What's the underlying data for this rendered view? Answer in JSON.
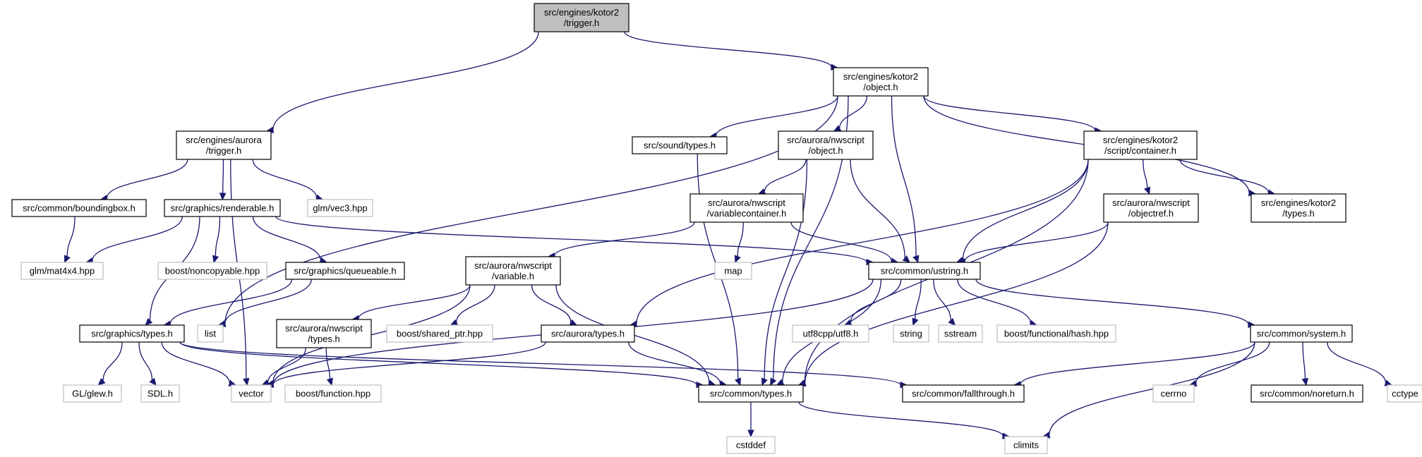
{
  "nodes": [
    {
      "id": "trigger_k2",
      "lines": [
        "src/engines/kotor2",
        "/trigger.h"
      ],
      "kind": "focus"
    },
    {
      "id": "object_k2",
      "lines": [
        "src/engines/kotor2",
        "/object.h"
      ],
      "kind": "local"
    },
    {
      "id": "aurora_trigger",
      "lines": [
        "src/engines/aurora",
        "/trigger.h"
      ],
      "kind": "local"
    },
    {
      "id": "sound_types",
      "lines": [
        "src/sound/types.h"
      ],
      "kind": "local"
    },
    {
      "id": "nws_object",
      "lines": [
        "src/aurora/nwscript",
        "/object.h"
      ],
      "kind": "local"
    },
    {
      "id": "script_container",
      "lines": [
        "src/engines/kotor2",
        "/script/container.h"
      ],
      "kind": "local"
    },
    {
      "id": "boundingbox",
      "lines": [
        "src/common/boundingbox.h"
      ],
      "kind": "local"
    },
    {
      "id": "renderable",
      "lines": [
        "src/graphics/renderable.h"
      ],
      "kind": "local"
    },
    {
      "id": "glm_vec3",
      "lines": [
        "glm/vec3.hpp"
      ],
      "kind": "system"
    },
    {
      "id": "varcontainer",
      "lines": [
        "src/aurora/nwscript",
        "/variablecontainer.h"
      ],
      "kind": "local"
    },
    {
      "id": "objectref",
      "lines": [
        "src/aurora/nwscript",
        "/objectref.h"
      ],
      "kind": "local"
    },
    {
      "id": "k2_types",
      "lines": [
        "src/engines/kotor2",
        "/types.h"
      ],
      "kind": "local"
    },
    {
      "id": "glm_mat4",
      "lines": [
        "glm/mat4x4.hpp"
      ],
      "kind": "system"
    },
    {
      "id": "noncopyable",
      "lines": [
        "boost/noncopyable.hpp"
      ],
      "kind": "system"
    },
    {
      "id": "queueable",
      "lines": [
        "src/graphics/queueable.h"
      ],
      "kind": "local"
    },
    {
      "id": "variable",
      "lines": [
        "src/aurora/nwscript",
        "/variable.h"
      ],
      "kind": "local"
    },
    {
      "id": "map",
      "lines": [
        "map"
      ],
      "kind": "system"
    },
    {
      "id": "ustring",
      "lines": [
        "src/common/ustring.h"
      ],
      "kind": "local"
    },
    {
      "id": "gfx_types",
      "lines": [
        "src/graphics/types.h"
      ],
      "kind": "local"
    },
    {
      "id": "list",
      "lines": [
        "list"
      ],
      "kind": "system"
    },
    {
      "id": "nws_types",
      "lines": [
        "src/aurora/nwscript",
        "/types.h"
      ],
      "kind": "local"
    },
    {
      "id": "shared_ptr",
      "lines": [
        "boost/shared_ptr.hpp"
      ],
      "kind": "system"
    },
    {
      "id": "aurora_types",
      "lines": [
        "src/aurora/types.h"
      ],
      "kind": "local"
    },
    {
      "id": "utf8",
      "lines": [
        "utf8cpp/utf8.h"
      ],
      "kind": "system"
    },
    {
      "id": "string",
      "lines": [
        "string"
      ],
      "kind": "system"
    },
    {
      "id": "sstream",
      "lines": [
        "sstream"
      ],
      "kind": "system"
    },
    {
      "id": "hash",
      "lines": [
        "boost/functional/hash.hpp"
      ],
      "kind": "system"
    },
    {
      "id": "system_h",
      "lines": [
        "src/common/system.h"
      ],
      "kind": "local"
    },
    {
      "id": "glew",
      "lines": [
        "GL/glew.h"
      ],
      "kind": "system"
    },
    {
      "id": "sdl",
      "lines": [
        "SDL.h"
      ],
      "kind": "system"
    },
    {
      "id": "vector",
      "lines": [
        "vector"
      ],
      "kind": "system"
    },
    {
      "id": "function",
      "lines": [
        "boost/function.hpp"
      ],
      "kind": "system"
    },
    {
      "id": "common_types",
      "lines": [
        "src/common/types.h"
      ],
      "kind": "local"
    },
    {
      "id": "fallthrough",
      "lines": [
        "src/common/fallthrough.h"
      ],
      "kind": "local"
    },
    {
      "id": "cerrno",
      "lines": [
        "cerrno"
      ],
      "kind": "system"
    },
    {
      "id": "noreturn",
      "lines": [
        "src/common/noreturn.h"
      ],
      "kind": "local"
    },
    {
      "id": "cctype",
      "lines": [
        "cctype"
      ],
      "kind": "system"
    },
    {
      "id": "cstddef",
      "lines": [
        "cstddef"
      ],
      "kind": "system"
    },
    {
      "id": "climits",
      "lines": [
        "climits"
      ],
      "kind": "system"
    }
  ],
  "edges": [
    [
      "trigger_k2",
      "aurora_trigger"
    ],
    [
      "trigger_k2",
      "object_k2"
    ],
    [
      "object_k2",
      "list"
    ],
    [
      "object_k2",
      "sound_types"
    ],
    [
      "object_k2",
      "nws_object"
    ],
    [
      "object_k2",
      "ustring"
    ],
    [
      "object_k2",
      "common_types"
    ],
    [
      "object_k2",
      "script_container"
    ],
    [
      "object_k2",
      "k2_types"
    ],
    [
      "aurora_trigger",
      "vector"
    ],
    [
      "aurora_trigger",
      "boundingbox"
    ],
    [
      "aurora_trigger",
      "renderable"
    ],
    [
      "aurora_trigger",
      "glm_vec3"
    ],
    [
      "sound_types",
      "common_types"
    ],
    [
      "nws_object",
      "varcontainer"
    ],
    [
      "nws_object",
      "common_types"
    ],
    [
      "nws_object",
      "ustring"
    ],
    [
      "script_container",
      "aurora_types"
    ],
    [
      "script_container",
      "ustring"
    ],
    [
      "script_container",
      "objectref"
    ],
    [
      "script_container",
      "common_types"
    ],
    [
      "script_container",
      "k2_types"
    ],
    [
      "boundingbox",
      "glm_mat4"
    ],
    [
      "renderable",
      "glm_mat4"
    ],
    [
      "renderable",
      "noncopyable"
    ],
    [
      "renderable",
      "queueable"
    ],
    [
      "renderable",
      "gfx_types"
    ],
    [
      "renderable",
      "ustring"
    ],
    [
      "varcontainer",
      "variable"
    ],
    [
      "varcontainer",
      "map"
    ],
    [
      "varcontainer",
      "ustring"
    ],
    [
      "objectref",
      "ustring"
    ],
    [
      "objectref",
      "common_types"
    ],
    [
      "queueable",
      "list"
    ],
    [
      "queueable",
      "gfx_types"
    ],
    [
      "variable",
      "vector"
    ],
    [
      "variable",
      "nws_types"
    ],
    [
      "variable",
      "shared_ptr"
    ],
    [
      "variable",
      "aurora_types"
    ],
    [
      "variable",
      "common_types"
    ],
    [
      "ustring",
      "vector"
    ],
    [
      "ustring",
      "utf8"
    ],
    [
      "ustring",
      "string"
    ],
    [
      "ustring",
      "sstream"
    ],
    [
      "ustring",
      "hash"
    ],
    [
      "ustring",
      "system_h"
    ],
    [
      "ustring",
      "common_types"
    ],
    [
      "gfx_types",
      "glew"
    ],
    [
      "gfx_types",
      "sdl"
    ],
    [
      "gfx_types",
      "vector"
    ],
    [
      "gfx_types",
      "common_types"
    ],
    [
      "gfx_types",
      "fallthrough"
    ],
    [
      "nws_types",
      "vector"
    ],
    [
      "nws_types",
      "function"
    ],
    [
      "aurora_types",
      "vector"
    ],
    [
      "aurora_types",
      "common_types"
    ],
    [
      "system_h",
      "fallthrough"
    ],
    [
      "system_h",
      "cerrno"
    ],
    [
      "system_h",
      "noreturn"
    ],
    [
      "system_h",
      "cctype"
    ],
    [
      "system_h",
      "climits"
    ],
    [
      "common_types",
      "cstddef"
    ],
    [
      "common_types",
      "climits"
    ]
  ],
  "colors": {
    "edge": "#191970",
    "focus_fill": "#bfbfbf",
    "local_border": "#000000",
    "system_border": "#bfbfbf"
  }
}
